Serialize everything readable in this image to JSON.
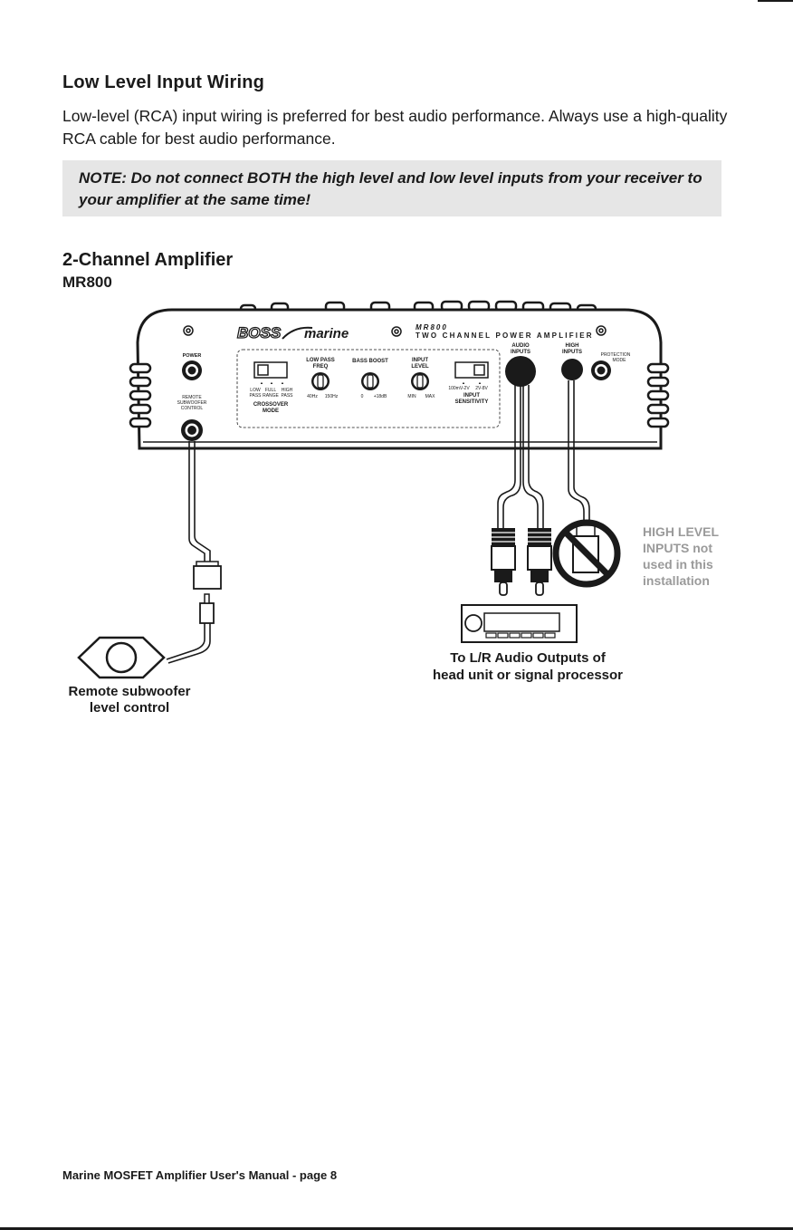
{
  "heading": "Low Level Input Wiring",
  "intro": "Low-level (RCA) input wiring is preferred for best audio performance. Always use a high-quality RCA cable for best audio performance.",
  "note": "NOTE: Do not connect BOTH the high level and low level inputs from your receiver to your amplifier at the same time!",
  "section_heading": "2-Channel Amplifier",
  "model": "MR800",
  "diagram": {
    "brand_boss": "BOSS",
    "brand_marine": "marine",
    "model_label": "MR800",
    "subtitle": "TWO CHANNEL POWER AMPLIFIER",
    "power": "POWER",
    "remote_l1": "REMOTE",
    "remote_l2": "SUBWOOFER",
    "remote_l3": "CONTROL",
    "xover_low_1": "LOW",
    "xover_low_2": "PASS",
    "xover_full_1": "FULL",
    "xover_full_2": "RANGE",
    "xover_high_1": "HIGH",
    "xover_high_2": "PASS",
    "crossover_1": "CROSSOVER",
    "crossover_2": "MODE",
    "lpf_1": "LOW PASS",
    "lpf_2": "FREQ",
    "lpf_min": "40Hz",
    "lpf_max": "150Hz",
    "bass_boost": "BASS BOOST",
    "bass_min": "0",
    "bass_max": "+18dB",
    "input_level_1": "INPUT",
    "input_level_2": "LEVEL",
    "level_min": "MIN",
    "level_max": "MAX",
    "sens_low": "100mV-2V",
    "sens_high": "2V-8V",
    "sens_1": "INPUT",
    "sens_2": "SENSITIVITY",
    "audio_1": "AUDIO",
    "audio_2": "INPUTS",
    "high_1": "HIGH",
    "high_2": "INPUTS",
    "prot_1": "PROTECTION",
    "prot_2": "MODE",
    "hl_note_1": "HIGH LEVEL",
    "hl_note_2": "INPUTS not",
    "hl_note_3": "used in this",
    "hl_note_4": "installation",
    "out_1": "To L/R Audio Outputs of",
    "out_2": "head unit or signal processor",
    "remote_label_1": "Remote subwoofer",
    "remote_label_2": "level control"
  },
  "footer": "Marine MOSFET Amplifier User's Manual - page 8",
  "colors": {
    "text": "#1a1a1a",
    "note_bg": "#e6e6e6",
    "muted": "#9a9a9a"
  }
}
